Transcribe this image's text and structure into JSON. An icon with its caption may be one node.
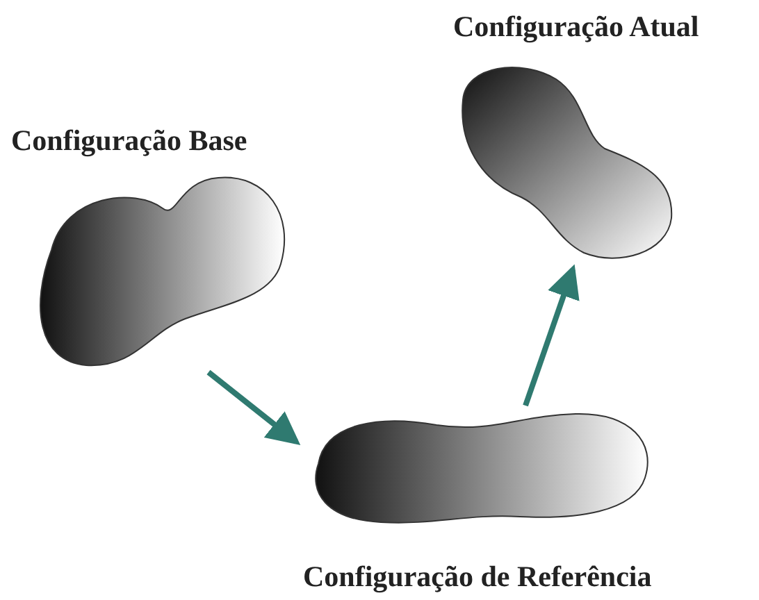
{
  "diagram": {
    "nodes": [
      {
        "text": [
          "Configuração Base"
        ]
      },
      {
        "text": [
          "Configuração de Referência"
        ]
      },
      {
        "text": [
          "Configuração Atual"
        ]
      }
    ],
    "edges": [
      {
        "from": 0,
        "to": 1,
        "arrow": "to"
      },
      {
        "from": 1,
        "to": 2,
        "arrow": "to"
      }
    ]
  }
}
